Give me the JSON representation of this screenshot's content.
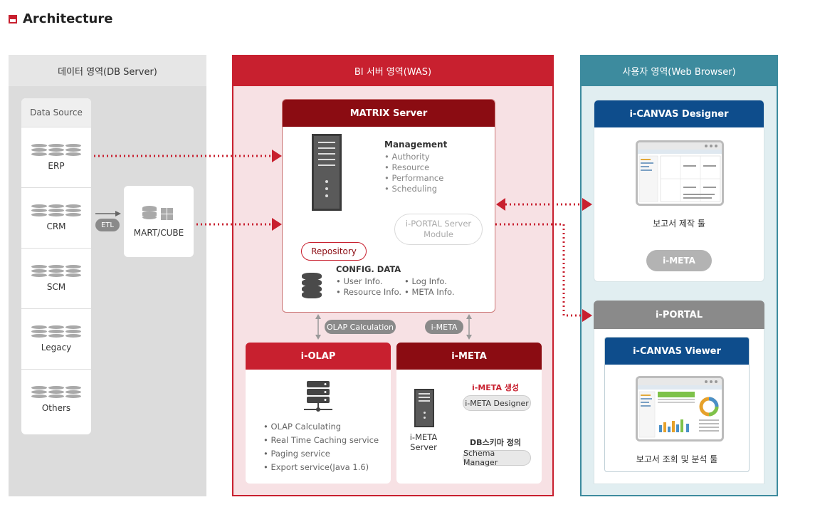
{
  "heading": "Architecture",
  "columns": {
    "db": "데이터 영역(DB Server)",
    "was": "BI 서버 영역(WAS)",
    "web": "사용자 영역(Web Browser)"
  },
  "data_source": {
    "title": "Data Source",
    "items": [
      "ERP",
      "CRM",
      "SCM",
      "Legacy",
      "Others"
    ]
  },
  "etl": "ETL",
  "mart": "MART/CUBE",
  "matrix": {
    "title": "MATRIX Server",
    "management_title": "Management",
    "management_items": [
      "Authority",
      "Resource",
      "Performance",
      "Scheduling"
    ],
    "portal_module": [
      "i-PORTAL Server",
      "Module"
    ],
    "repository": "Repository",
    "config_title": "CONFIG. DATA",
    "config_items": [
      "User Info.",
      "Log Info.",
      "Resource Info.",
      "META Info."
    ]
  },
  "links": {
    "olap_calc": "OLAP Calculation",
    "imeta": "i-META"
  },
  "olap": {
    "title": "i-OLAP",
    "items": [
      "OLAP Calculating",
      "Real Time Caching service",
      "Paging service",
      "Export service(Java 1.6)"
    ]
  },
  "meta": {
    "title": "i-META",
    "server_label": [
      "i-META",
      "Server"
    ],
    "create_label": "i-META 생성",
    "designer": "i-META Designer",
    "schema_label": "DB스키마 정의",
    "schema_manager": "Schema Manager"
  },
  "designer": {
    "title": "i-CANVAS Designer",
    "caption": "보고서 제작 툴",
    "imeta": "i-META"
  },
  "portal": {
    "title": "i-PORTAL",
    "viewer_title": "i-CANVAS Viewer",
    "viewer_caption": "보고서 조회 및 분석 툴"
  },
  "colors": {
    "red": "#c8202f",
    "dark_red": "#8b0c12",
    "teal": "#3d8b9e",
    "navy": "#0e4d8c"
  }
}
